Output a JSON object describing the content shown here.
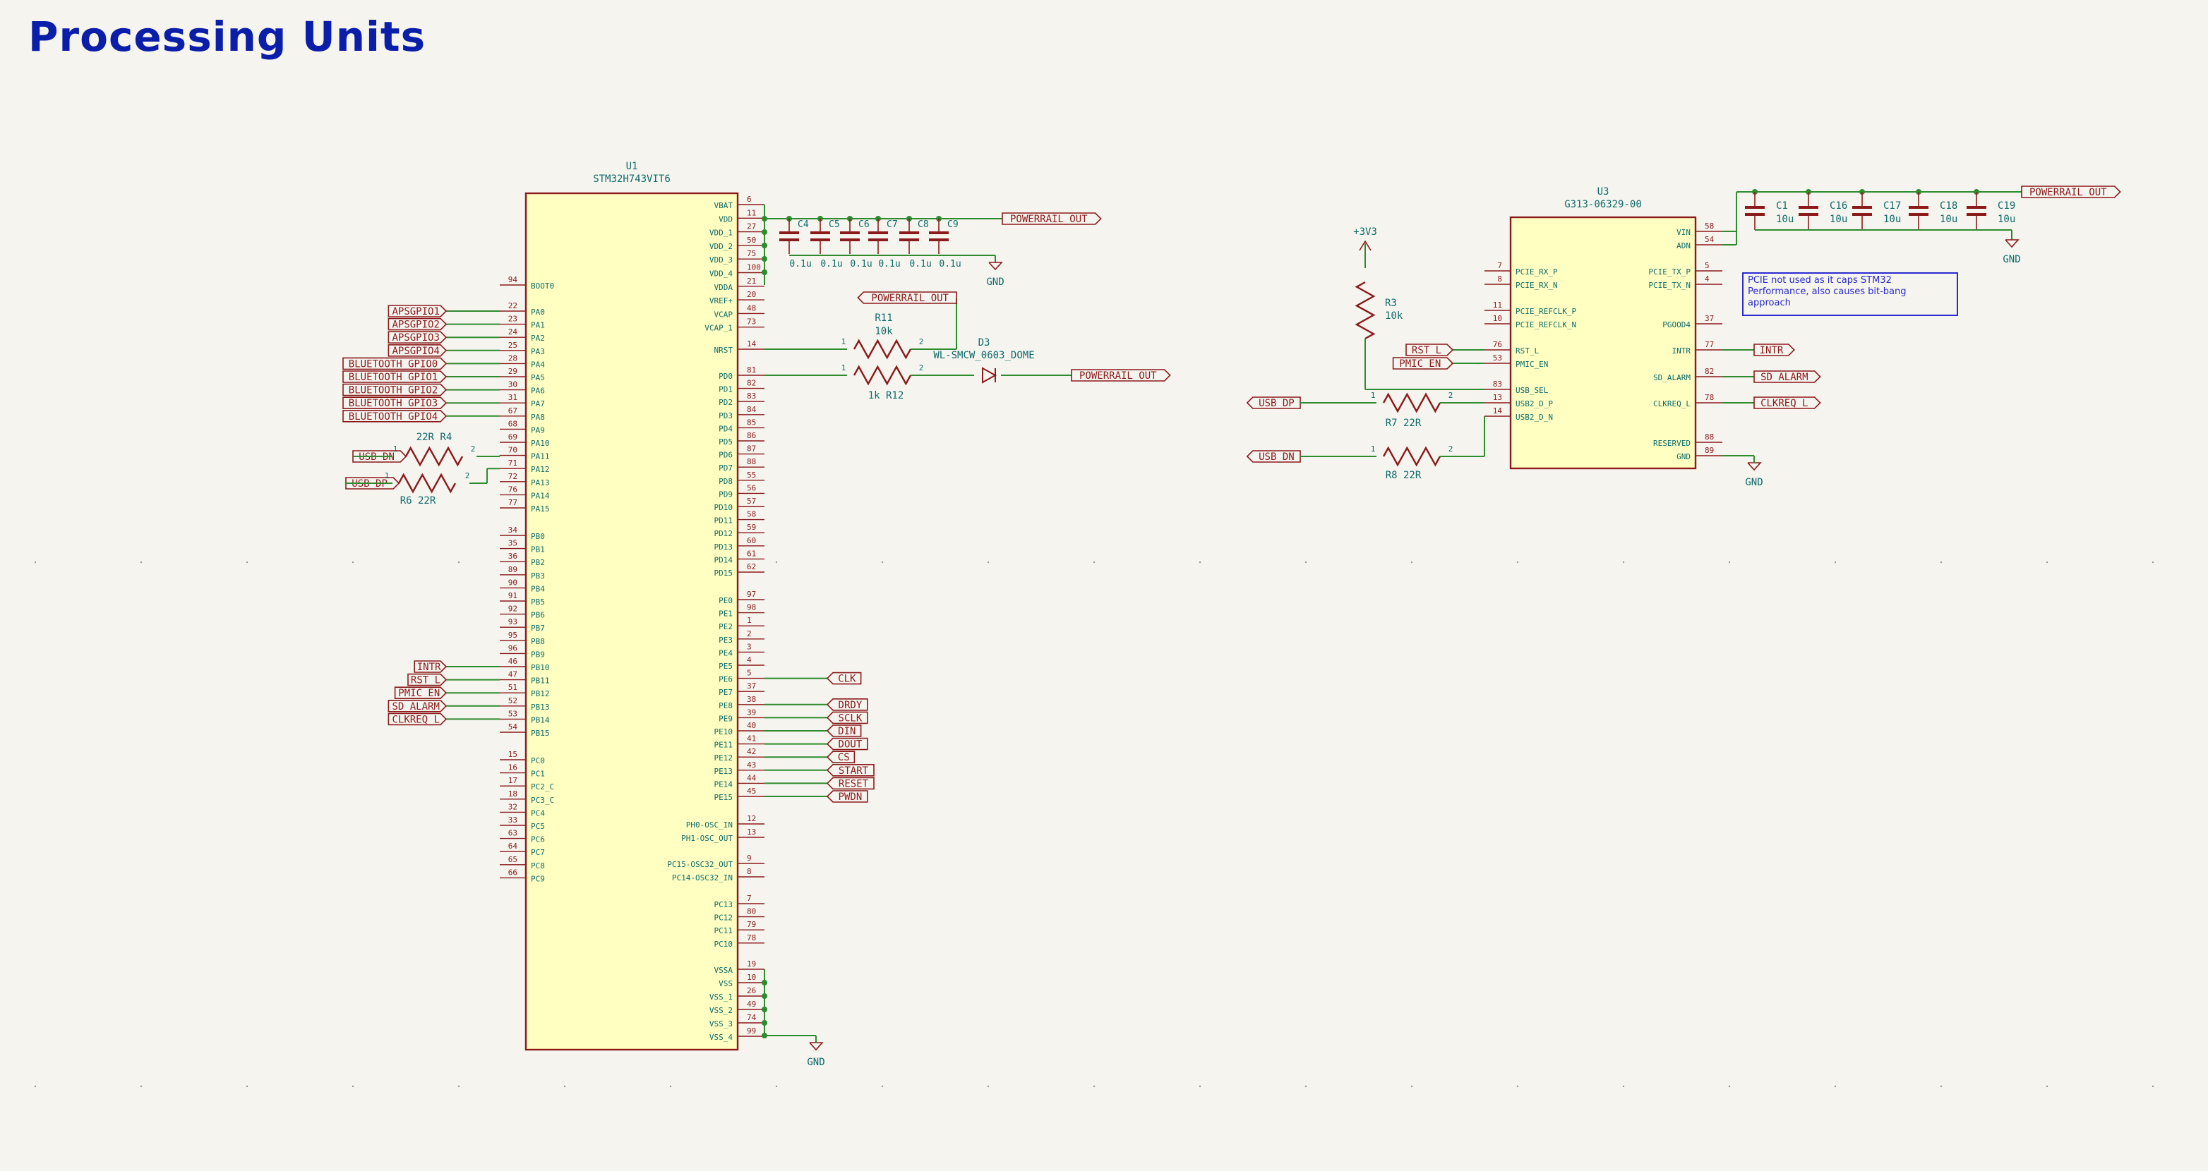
{
  "sheet_title": "Processing Units",
  "colors": {
    "background": "#f5f4ef",
    "wire": "#2e8b2e",
    "body_outline": "#8b1a1a",
    "body_fill": "#ffffc2",
    "text": "#0e6b6b",
    "label": "#8b1a1a",
    "title": "#0a1eaa",
    "note": "#2a2ad0"
  },
  "u1": {
    "ref": "U1",
    "value": "STM32H743VIT6",
    "left_pins": [
      {
        "name": "BOOT0",
        "num": "94"
      },
      {
        "name": "PA0",
        "num": "22"
      },
      {
        "name": "PA1",
        "num": "23"
      },
      {
        "name": "PA2",
        "num": "24"
      },
      {
        "name": "PA3",
        "num": "25"
      },
      {
        "name": "PA4",
        "num": "28"
      },
      {
        "name": "PA5",
        "num": "29"
      },
      {
        "name": "PA6",
        "num": "30"
      },
      {
        "name": "PA7",
        "num": "31"
      },
      {
        "name": "PA8",
        "num": "67"
      },
      {
        "name": "PA9",
        "num": "68"
      },
      {
        "name": "PA10",
        "num": "69"
      },
      {
        "name": "PA11",
        "num": "70"
      },
      {
        "name": "PA12",
        "num": "71"
      },
      {
        "name": "PA13",
        "num": "72"
      },
      {
        "name": "PA14",
        "num": "76"
      },
      {
        "name": "PA15",
        "num": "77"
      },
      {
        "name": "PB0",
        "num": "34"
      },
      {
        "name": "PB1",
        "num": "35"
      },
      {
        "name": "PB2",
        "num": "36"
      },
      {
        "name": "PB3",
        "num": "89"
      },
      {
        "name": "PB4",
        "num": "90"
      },
      {
        "name": "PB5",
        "num": "91"
      },
      {
        "name": "PB6",
        "num": "92"
      },
      {
        "name": "PB7",
        "num": "93"
      },
      {
        "name": "PB8",
        "num": "95"
      },
      {
        "name": "PB9",
        "num": "96"
      },
      {
        "name": "PB10",
        "num": "46"
      },
      {
        "name": "PB11",
        "num": "47"
      },
      {
        "name": "PB12",
        "num": "51"
      },
      {
        "name": "PB13",
        "num": "52"
      },
      {
        "name": "PB14",
        "num": "53"
      },
      {
        "name": "PB15",
        "num": "54"
      },
      {
        "name": "PC0",
        "num": "15"
      },
      {
        "name": "PC1",
        "num": "16"
      },
      {
        "name": "PC2_C",
        "num": "17"
      },
      {
        "name": "PC3_C",
        "num": "18"
      },
      {
        "name": "PC4",
        "num": "32"
      },
      {
        "name": "PC5",
        "num": "33"
      },
      {
        "name": "PC6",
        "num": "63"
      },
      {
        "name": "PC7",
        "num": "64"
      },
      {
        "name": "PC8",
        "num": "65"
      },
      {
        "name": "PC9",
        "num": "66"
      }
    ],
    "right_pins": [
      {
        "name": "VBAT",
        "num": "6"
      },
      {
        "name": "VDD",
        "num": "11"
      },
      {
        "name": "VDD_1",
        "num": "27"
      },
      {
        "name": "VDD_2",
        "num": "50"
      },
      {
        "name": "VDD_3",
        "num": "75"
      },
      {
        "name": "VDD_4",
        "num": "100"
      },
      {
        "name": "VDDA",
        "num": "21"
      },
      {
        "name": "VREF+",
        "num": "20"
      },
      {
        "name": "VCAP",
        "num": "48"
      },
      {
        "name": "VCAP_1",
        "num": "73"
      },
      {
        "name": "NRST",
        "num": "14"
      },
      {
        "name": "PD0",
        "num": "81"
      },
      {
        "name": "PD1",
        "num": "82"
      },
      {
        "name": "PD2",
        "num": "83"
      },
      {
        "name": "PD3",
        "num": "84"
      },
      {
        "name": "PD4",
        "num": "85"
      },
      {
        "name": "PD5",
        "num": "86"
      },
      {
        "name": "PD6",
        "num": "87"
      },
      {
        "name": "PD7",
        "num": "88"
      },
      {
        "name": "PD8",
        "num": "55"
      },
      {
        "name": "PD9",
        "num": "56"
      },
      {
        "name": "PD10",
        "num": "57"
      },
      {
        "name": "PD11",
        "num": "58"
      },
      {
        "name": "PD12",
        "num": "59"
      },
      {
        "name": "PD13",
        "num": "60"
      },
      {
        "name": "PD14",
        "num": "61"
      },
      {
        "name": "PD15",
        "num": "62"
      },
      {
        "name": "PE0",
        "num": "97"
      },
      {
        "name": "PE1",
        "num": "98"
      },
      {
        "name": "PE2",
        "num": "1"
      },
      {
        "name": "PE3",
        "num": "2"
      },
      {
        "name": "PE4",
        "num": "3"
      },
      {
        "name": "PE5",
        "num": "4"
      },
      {
        "name": "PE6",
        "num": "5"
      },
      {
        "name": "PE7",
        "num": "37"
      },
      {
        "name": "PE8",
        "num": "38"
      },
      {
        "name": "PE9",
        "num": "39"
      },
      {
        "name": "PE10",
        "num": "40"
      },
      {
        "name": "PE11",
        "num": "41"
      },
      {
        "name": "PE12",
        "num": "42"
      },
      {
        "name": "PE13",
        "num": "43"
      },
      {
        "name": "PE14",
        "num": "44"
      },
      {
        "name": "PE15",
        "num": "45"
      },
      {
        "name": "PH0-OSC_IN",
        "num": "12"
      },
      {
        "name": "PH1-OSC_OUT",
        "num": "13"
      },
      {
        "name": "PC15-OSC32_OUT",
        "num": "9"
      },
      {
        "name": "PC14-OSC32_IN",
        "num": "8"
      },
      {
        "name": "PC13",
        "num": "7"
      },
      {
        "name": "PC12",
        "num": "80"
      },
      {
        "name": "PC11",
        "num": "79"
      },
      {
        "name": "PC10",
        "num": "78"
      },
      {
        "name": "VSSA",
        "num": "19"
      },
      {
        "name": "VSS",
        "num": "10"
      },
      {
        "name": "VSS_1",
        "num": "26"
      },
      {
        "name": "VSS_2",
        "num": "49"
      },
      {
        "name": "VSS_3",
        "num": "74"
      },
      {
        "name": "VSS_4",
        "num": "99"
      }
    ]
  },
  "u1_left_labels": [
    {
      "pin": "PA0",
      "text": "APSGPIO1"
    },
    {
      "pin": "PA1",
      "text": "APSGPIO2"
    },
    {
      "pin": "PA2",
      "text": "APSGPIO3"
    },
    {
      "pin": "PA3",
      "text": "APSGPIO4"
    },
    {
      "pin": "PA4",
      "text": "BLUETOOTH_GPIO0"
    },
    {
      "pin": "PA5",
      "text": "BLUETOOTH_GPIO1"
    },
    {
      "pin": "PA6",
      "text": "BLUETOOTH_GPIO2"
    },
    {
      "pin": "PA7",
      "text": "BLUETOOTH_GPIO3"
    },
    {
      "pin": "PA8",
      "text": "BLUETOOTH_GPIO4"
    },
    {
      "pin": "PB10",
      "text": "INTR"
    },
    {
      "pin": "PB11",
      "text": "RST_L"
    },
    {
      "pin": "PB12",
      "text": "PMIC_EN"
    },
    {
      "pin": "PB13",
      "text": "SD_ALARM"
    },
    {
      "pin": "PB14",
      "text": "CLKREQ_L"
    }
  ],
  "u1_right_labels": [
    {
      "pin": "PE6",
      "text": "CLK"
    },
    {
      "pin": "PE8",
      "text": "DRDY"
    },
    {
      "pin": "PE9",
      "text": "SCLK"
    },
    {
      "pin": "PE10",
      "text": "DIN"
    },
    {
      "pin": "PE11",
      "text": "DOUT"
    },
    {
      "pin": "PE12",
      "text": "CS"
    },
    {
      "pin": "PE13",
      "text": "START"
    },
    {
      "pin": "PE14",
      "text": "RESET"
    },
    {
      "pin": "PE15",
      "text": "PWDN"
    }
  ],
  "usb_resistors": [
    {
      "ref": "R4",
      "value": "22R",
      "ref_text": "22R R4",
      "net": "USB_DN",
      "pin": "PA11"
    },
    {
      "ref": "R6",
      "value": "22R",
      "ref_text": "R6 22R",
      "net": "USB_DP",
      "pin": "PA12"
    }
  ],
  "decoupling_caps": [
    {
      "ref": "C4",
      "value": "0.1u"
    },
    {
      "ref": "C5",
      "value": "0.1u"
    },
    {
      "ref": "C6",
      "value": "0.1u"
    },
    {
      "ref": "C7",
      "value": "0.1u"
    },
    {
      "ref": "C8",
      "value": "0.1u"
    },
    {
      "ref": "C9",
      "value": "0.1u"
    }
  ],
  "nets": {
    "power_out_1": "POWERRAIL_OUT",
    "power_out_2": "POWERRAIL_OUT",
    "power_out_3": "POWERRAIL_OUT",
    "power_out_4": "POWERRAIL_OUT",
    "gnd_1": "GND",
    "gnd_2": "GND",
    "gnd_3": "GND",
    "gnd_4": "GND",
    "v3v3": "+3V3"
  },
  "r11": {
    "ref": "R11",
    "value": "10k"
  },
  "r12": {
    "label": "1k R12"
  },
  "d3": {
    "ref": "D3",
    "value": "WL-SMCW_0603_DOME"
  },
  "u3": {
    "ref": "U3",
    "value": "G313-06329-00",
    "left_pins": [
      {
        "name": "PCIE_RX_P",
        "num": "7"
      },
      {
        "name": "PCIE_RX_N",
        "num": "8"
      },
      {
        "name": "PCIE_REFCLK_P",
        "num": "11"
      },
      {
        "name": "PCIE_REFCLK_N",
        "num": "10"
      },
      {
        "name": "RST_L",
        "num": "76"
      },
      {
        "name": "PMIC_EN",
        "num": "53"
      },
      {
        "name": "USB_SEL",
        "num": "83"
      },
      {
        "name": "USB2_D_P",
        "num": "13"
      },
      {
        "name": "USB2_D_N",
        "num": "14"
      }
    ],
    "right_pins": [
      {
        "name": "VIN",
        "num": "58"
      },
      {
        "name": "ADN",
        "num": "54"
      },
      {
        "name": "PCIE_TX_P",
        "num": "5"
      },
      {
        "name": "PCIE_TX_N",
        "num": "4"
      },
      {
        "name": "PGOOD4",
        "num": "37"
      },
      {
        "name": "INTR",
        "num": "77"
      },
      {
        "name": "SD_ALARM",
        "num": "82"
      },
      {
        "name": "CLKREQ_L",
        "num": "78"
      },
      {
        "name": "RESERVED",
        "num": "88"
      },
      {
        "name": "GND",
        "num": "89"
      }
    ]
  },
  "u3_left_labels": [
    {
      "text": "RST_L"
    },
    {
      "text": "PMIC_EN"
    }
  ],
  "u3_right_labels": [
    {
      "text": "INTR"
    },
    {
      "text": "SD_ALARM"
    },
    {
      "text": "CLKREQ_L"
    }
  ],
  "r3": {
    "ref": "R3",
    "value": "10k"
  },
  "r7": {
    "label": "R7 22R",
    "net": "USB_DP"
  },
  "r8": {
    "label": "R8 22R",
    "net": "USB_DN"
  },
  "bulk_caps": [
    {
      "ref": "C1",
      "value": "10u"
    },
    {
      "ref": "C16",
      "value": "10u"
    },
    {
      "ref": "C17",
      "value": "10u"
    },
    {
      "ref": "C18",
      "value": "10u"
    },
    {
      "ref": "C19",
      "value": "10u"
    }
  ],
  "note": "PCIE not used as it caps STM32\nPerformance, also causes bit-bang\napproach"
}
